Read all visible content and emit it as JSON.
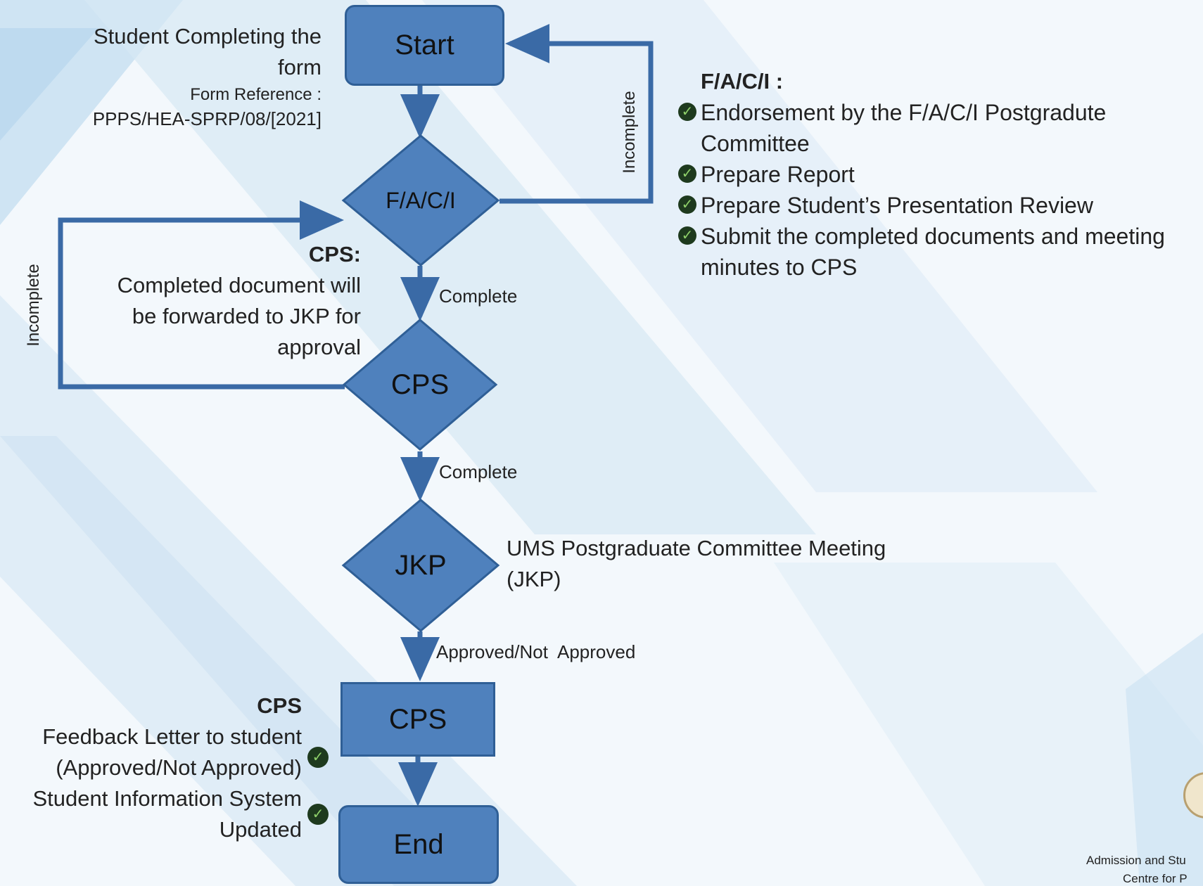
{
  "nodes": {
    "start": "Start",
    "faci": "F/A/C/I",
    "cps_decision": "CPS",
    "jkp": "JKP",
    "cps_box": "CPS",
    "end": "End"
  },
  "edges": {
    "complete_1": "Complete",
    "complete_2": "Complete",
    "approved": "Approved/Not  Approved",
    "incomplete_right": "Incomplete",
    "incomplete_left": "Incomplete"
  },
  "start_note": {
    "line1": "Student Completing the",
    "line2": "form",
    "ref_label": "Form Reference :",
    "ref_value": "PPPS/HEA-SPRP/08/[2021]"
  },
  "cps_note": {
    "title": "CPS:",
    "line1": "Completed document will",
    "line2": "be forwarded to JKP for",
    "line3": "approval"
  },
  "faci_panel": {
    "title": "F/A/C/I :",
    "items": [
      {
        "l1": "Endorsement by the F/A/C/I Postgradute",
        "l2": "Committee"
      },
      {
        "l1": "Prepare Report",
        "l2": ""
      },
      {
        "l1": "Prepare Student’s Presentation Review",
        "l2": ""
      },
      {
        "l1": "Submit the completed documents and meeting",
        "l2": "minutes to CPS"
      }
    ]
  },
  "jkp_note": {
    "line1": "UMS Postgraduate Committee Meeting",
    "line2": "(JKP)"
  },
  "final_note": {
    "title": "CPS",
    "line1": "Feedback Letter to student",
    "line2": "(Approved/Not Approved)",
    "line3": "Student Information System",
    "line4": "Updated"
  },
  "footer": {
    "line1": "Admission and Stu",
    "line2": "Centre for P"
  },
  "colors": {
    "node_fill": "#4f81bd",
    "node_border": "#2f5f96",
    "arrow": "#3a6aa6",
    "check_bg": "#1e3a1e"
  }
}
